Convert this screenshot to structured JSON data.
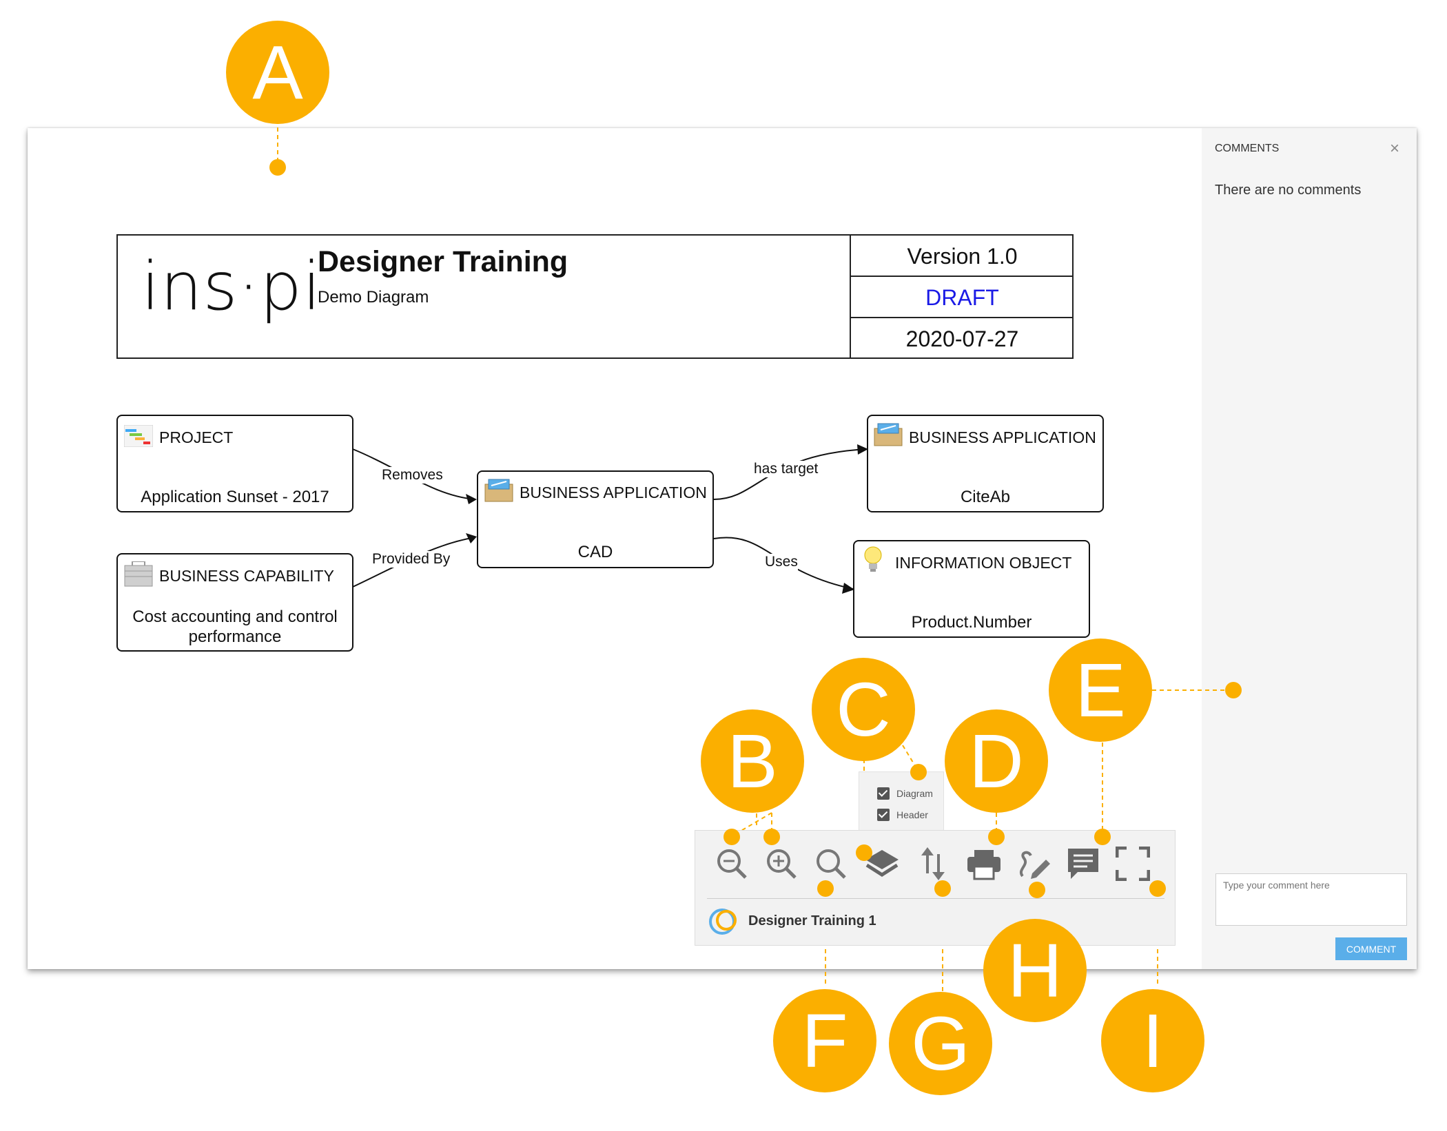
{
  "annotations": {
    "a": "A",
    "b": "B",
    "c": "C",
    "d": "D",
    "e": "E",
    "f": "F",
    "g": "G",
    "h": "H",
    "i": "I"
  },
  "header": {
    "logo": "ins·pi",
    "title": "Designer Training",
    "subtitle": "Demo Diagram",
    "version": "Version 1.0",
    "status": "DRAFT",
    "date": "2020-07-27",
    "status_color": "#1a1ae6"
  },
  "nodes": {
    "project": {
      "type": "PROJECT",
      "name": "Application Sunset - 2017"
    },
    "capability": {
      "type": "BUSINESS CAPABILITY",
      "name_line1": "Cost accounting and control",
      "name_line2": "performance"
    },
    "cad": {
      "type": "BUSINESS APPLICATION",
      "name": "CAD"
    },
    "citeab": {
      "type": "BUSINESS APPLICATION",
      "name": "CiteAb"
    },
    "info": {
      "type": "INFORMATION OBJECT",
      "name": "Product.Number"
    }
  },
  "edges": {
    "removes": "Removes",
    "provided_by": "Provided By",
    "has_target": "has target",
    "uses": "Uses"
  },
  "toolbar": {
    "icons": [
      "zoom-out-icon",
      "zoom-in-icon",
      "search-icon",
      "layers-icon",
      "sort-icon",
      "print-icon",
      "draw-icon",
      "comment-icon",
      "fullscreen-icon"
    ],
    "document_name": "Designer Training 1",
    "layers": [
      "Diagram",
      "Header"
    ]
  },
  "comments": {
    "title": "COMMENTS",
    "empty_text": "There are no comments",
    "placeholder": "Type your comment here",
    "button": "COMMENT"
  },
  "colors": {
    "accent": "#fbaf00",
    "button": "#5aaee9"
  }
}
